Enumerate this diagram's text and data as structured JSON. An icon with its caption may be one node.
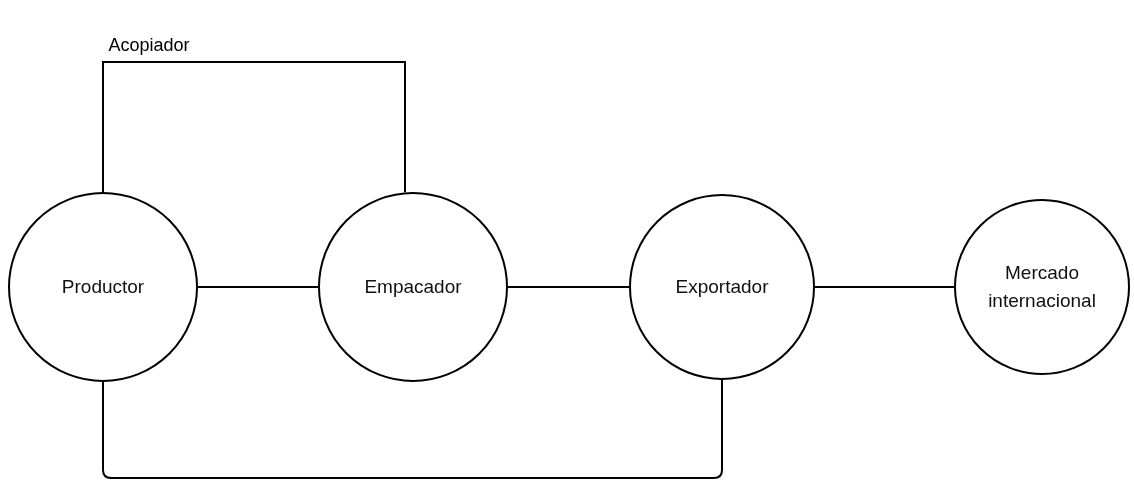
{
  "diagram": {
    "nodes": [
      {
        "text": [
          "Productor"
        ]
      },
      {
        "text": [
          "Empacador"
        ]
      },
      {
        "text": [
          "Exportador"
        ]
      },
      {
        "text": [
          "Mercado internacional"
        ]
      }
    ],
    "edges": [
      {
        "from": 0,
        "to": 1,
        "arrow": "none"
      },
      {
        "from": 1,
        "to": 2,
        "arrow": "none"
      },
      {
        "from": 2,
        "to": 3,
        "arrow": "none"
      },
      {
        "from": 0,
        "to": 1,
        "arrow": "none",
        "label": "Acopiador"
      },
      {
        "from": 0,
        "to": 2,
        "arrow": "none"
      }
    ]
  }
}
